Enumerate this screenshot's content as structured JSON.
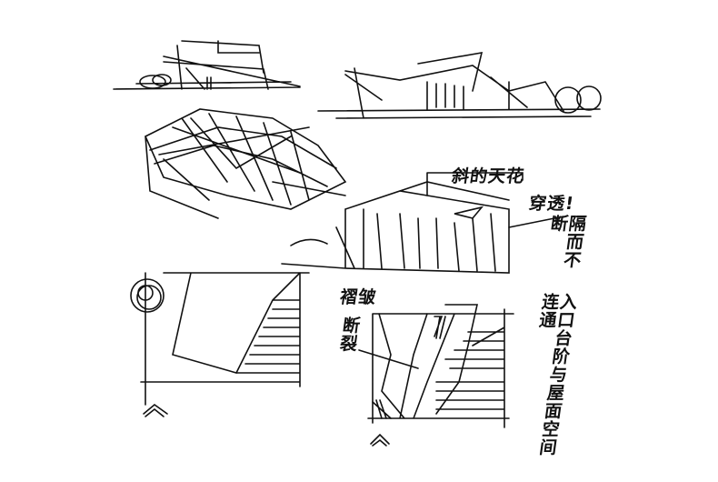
{
  "sketch": {
    "ink_color": "#111111",
    "background": "#ffffff",
    "notes": {
      "slanted_ceiling": "斜的天花",
      "penetrate": "穿透!",
      "separated_not_cut": "隔而不断",
      "fold": "褶皱",
      "fracture": "断裂",
      "entrance_steps": "入口台阶与屋面空间连通"
    }
  }
}
